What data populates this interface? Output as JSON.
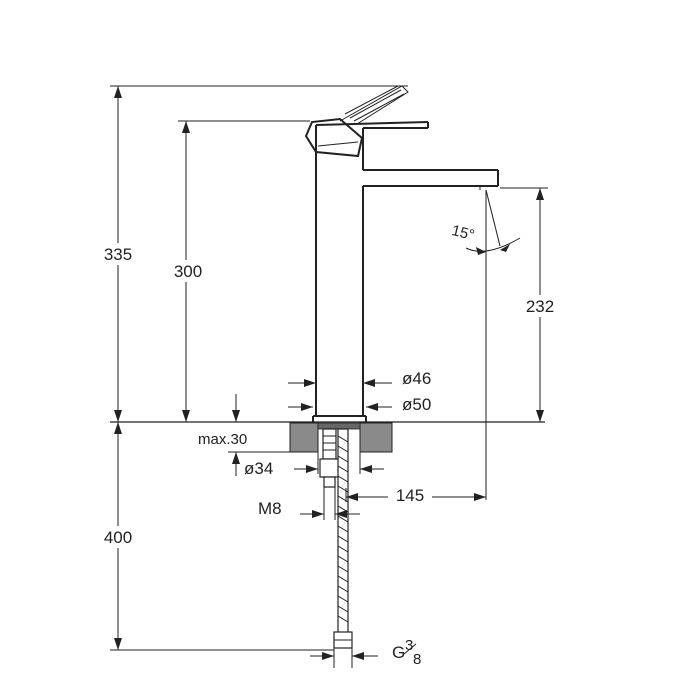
{
  "dimensions": {
    "overall_height": "335",
    "spout_height": "300",
    "outlet_height": "232",
    "below_deck": "400",
    "spout_angle": "15°",
    "body_diameter": "ø46",
    "base_diameter": "ø50",
    "max_deck": "max.30",
    "hole_diameter": "ø34",
    "reach": "145",
    "thread_stud": "M8",
    "connection_prefix": "G",
    "connection_num": "3",
    "connection_den": "8"
  }
}
